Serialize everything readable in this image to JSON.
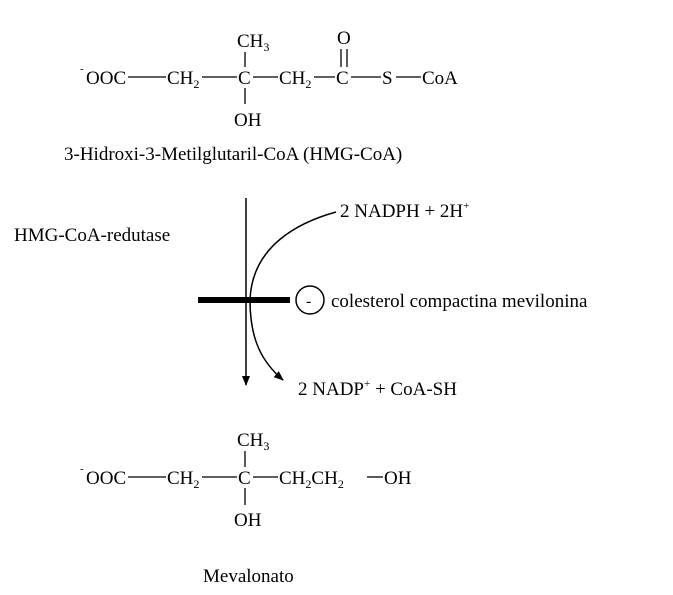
{
  "colors": {
    "ink": "#000000",
    "background": "#ffffff"
  },
  "hmg_coa": {
    "methyl": {
      "base": "CH",
      "sub": "3"
    },
    "carboxylate_charge": "-",
    "carboxylate": "OOC",
    "ch2_left": {
      "base": "CH",
      "sub": "2"
    },
    "carbon_center": "C",
    "ch2_right": {
      "base": "CH",
      "sub": "2"
    },
    "carbonyl_carbon": "C",
    "carbonyl_oxygen": "O",
    "sulfur": "S",
    "coa": "CoA",
    "hydroxyl": "OH",
    "name": "3-Hidroxi-3-Metilglutaril-CoA (HMG-CoA)"
  },
  "reaction": {
    "enzyme": "HMG-CoA-redutase",
    "cofactor_in": {
      "text": "2 NADPH + 2H",
      "sup": "+"
    },
    "inhibition_sign": "-",
    "inhibitors": "colesterol compactina mevilonina",
    "products_out": {
      "prefix": "2 NADP",
      "sup": "+",
      "suffix": " + CoA-SH"
    }
  },
  "mevalonato": {
    "methyl": {
      "base": "CH",
      "sub": "3"
    },
    "carboxylate_charge": "-",
    "carboxylate": "OOC",
    "ch2_left": {
      "base": "CH",
      "sub": "2"
    },
    "carbon_center": "C",
    "chain_right": {
      "part1": "CH",
      "sub1": "2",
      "part2": "CH",
      "sub2": "2",
      "oh": "OH"
    },
    "hydroxyl": "OH",
    "name": "Mevalonato"
  }
}
